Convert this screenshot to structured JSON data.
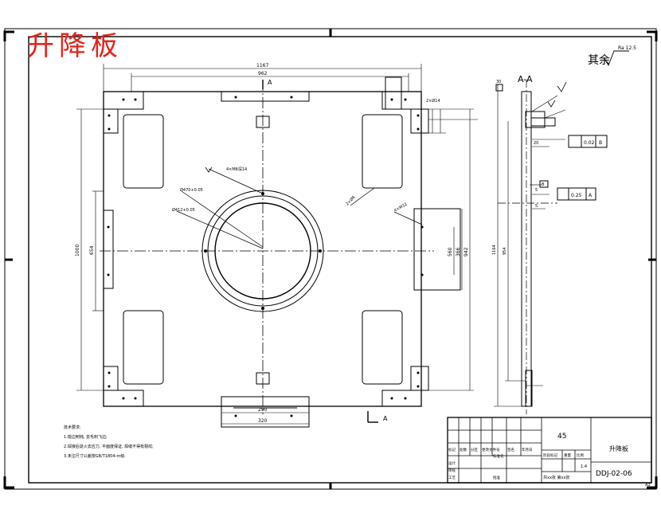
{
  "drawing": {
    "red_title": "升降板",
    "roughness_note": "其余",
    "roughness_value": "Ra 12.5",
    "section_label": "A-A",
    "section_marker": "A",
    "dims_top": {
      "overall_width": "1167",
      "inner_width": "962"
    },
    "dims_bottom": {
      "slot_w1": "290",
      "slot_w2": "320"
    },
    "dims_left": {
      "overall_height": "1000",
      "inner_height": "654"
    },
    "dims_right": {
      "a": "560",
      "b": "366",
      "c": "942"
    },
    "callouts": {
      "holes_top": "2×Ø14",
      "holes_side": "4×M12",
      "bolt_circle": "4×M8深14",
      "dia1": "Ø470+0.05",
      "dia2": "Ø412+0.05",
      "small_hole": "2×Ø8"
    },
    "section_dims": {
      "top": "30",
      "t1": "20",
      "tol1": "0.02",
      "ref1": "B",
      "tol2": "0.25",
      "ref2": "A",
      "d1": "5",
      "d2": "5",
      "h1": "1164",
      "h2": "954",
      "lb": "B"
    },
    "notes": {
      "heading": "技术要求:",
      "items": [
        "1.锐边倒钝, 去毛刺飞边;",
        "2.焊接后退火去应力, 平面度保证, 焊缝不得有裂纹;",
        "3.未注尺寸公差按GB/T1804-m级."
      ]
    },
    "titleblock": {
      "material": "45",
      "part_name": "升降板",
      "drawing_no": "DDJ-02-06",
      "scale": "1:4",
      "sheet_info": "共xx张 第xx张",
      "headers_row": [
        "标记",
        "处数",
        "分区",
        "更改文件号",
        "签名",
        "年月日"
      ],
      "design": "设计",
      "standard": "标准化",
      "review": "审核",
      "process": "工艺",
      "approve": "批准",
      "stage": "阶段标记",
      "weight": "重量",
      "ratio": "比例"
    },
    "sheet_size": "A3"
  }
}
